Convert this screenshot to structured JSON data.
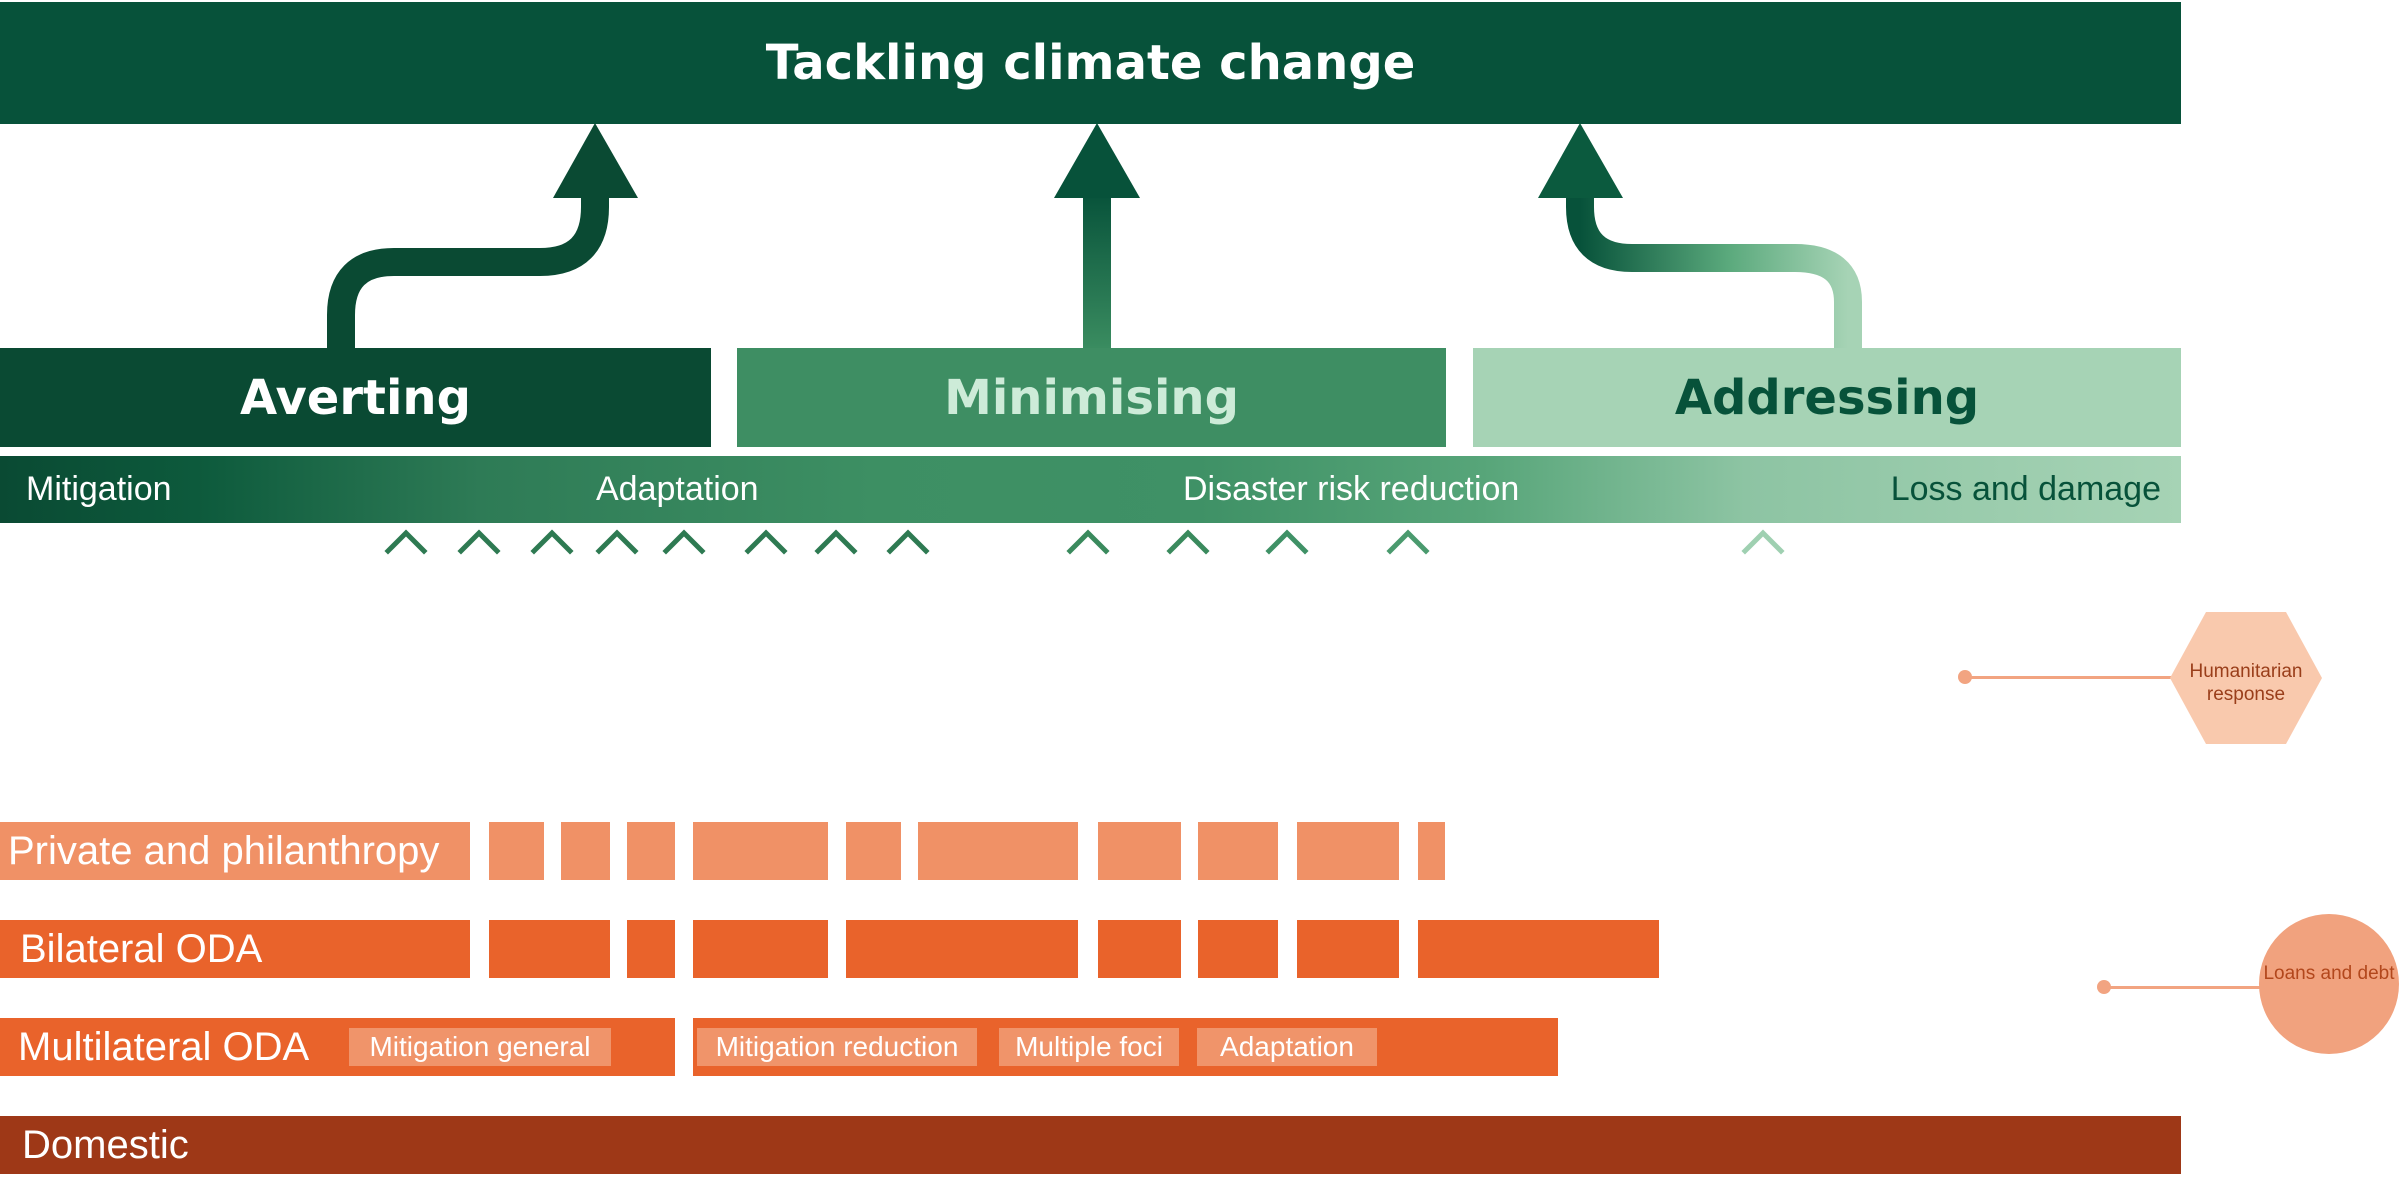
{
  "title": "Tackling climate change",
  "pillars": [
    {
      "label": "Averting",
      "bg": "#0a4a33",
      "fg": "#ffffff"
    },
    {
      "label": "Minimising",
      "bg": "#3e8e63",
      "fg": "#cdebd8"
    },
    {
      "label": "Addressing",
      "bg": "#a6d3b5",
      "fg": "#07523a"
    }
  ],
  "spectrum": [
    "Mitigation",
    "Adaptation",
    "Disaster risk reduction",
    "Loss and damage"
  ],
  "sources": [
    {
      "label": "Private and philanthropy",
      "color": "#f09166"
    },
    {
      "label": "Bilateral ODA",
      "color": "#e9632b"
    },
    {
      "label": "Multilateral ODA",
      "color": "#e9632b"
    },
    {
      "label": "Domestic",
      "color": "#9e3817"
    }
  ],
  "tags": [
    "Mitigation general",
    "Mitigation reduction",
    "Multiple foci",
    "Adaptation"
  ],
  "side": {
    "humanitarian": "Humanitarian response",
    "loans": "Loans and debt",
    "color": "#f2a481"
  }
}
